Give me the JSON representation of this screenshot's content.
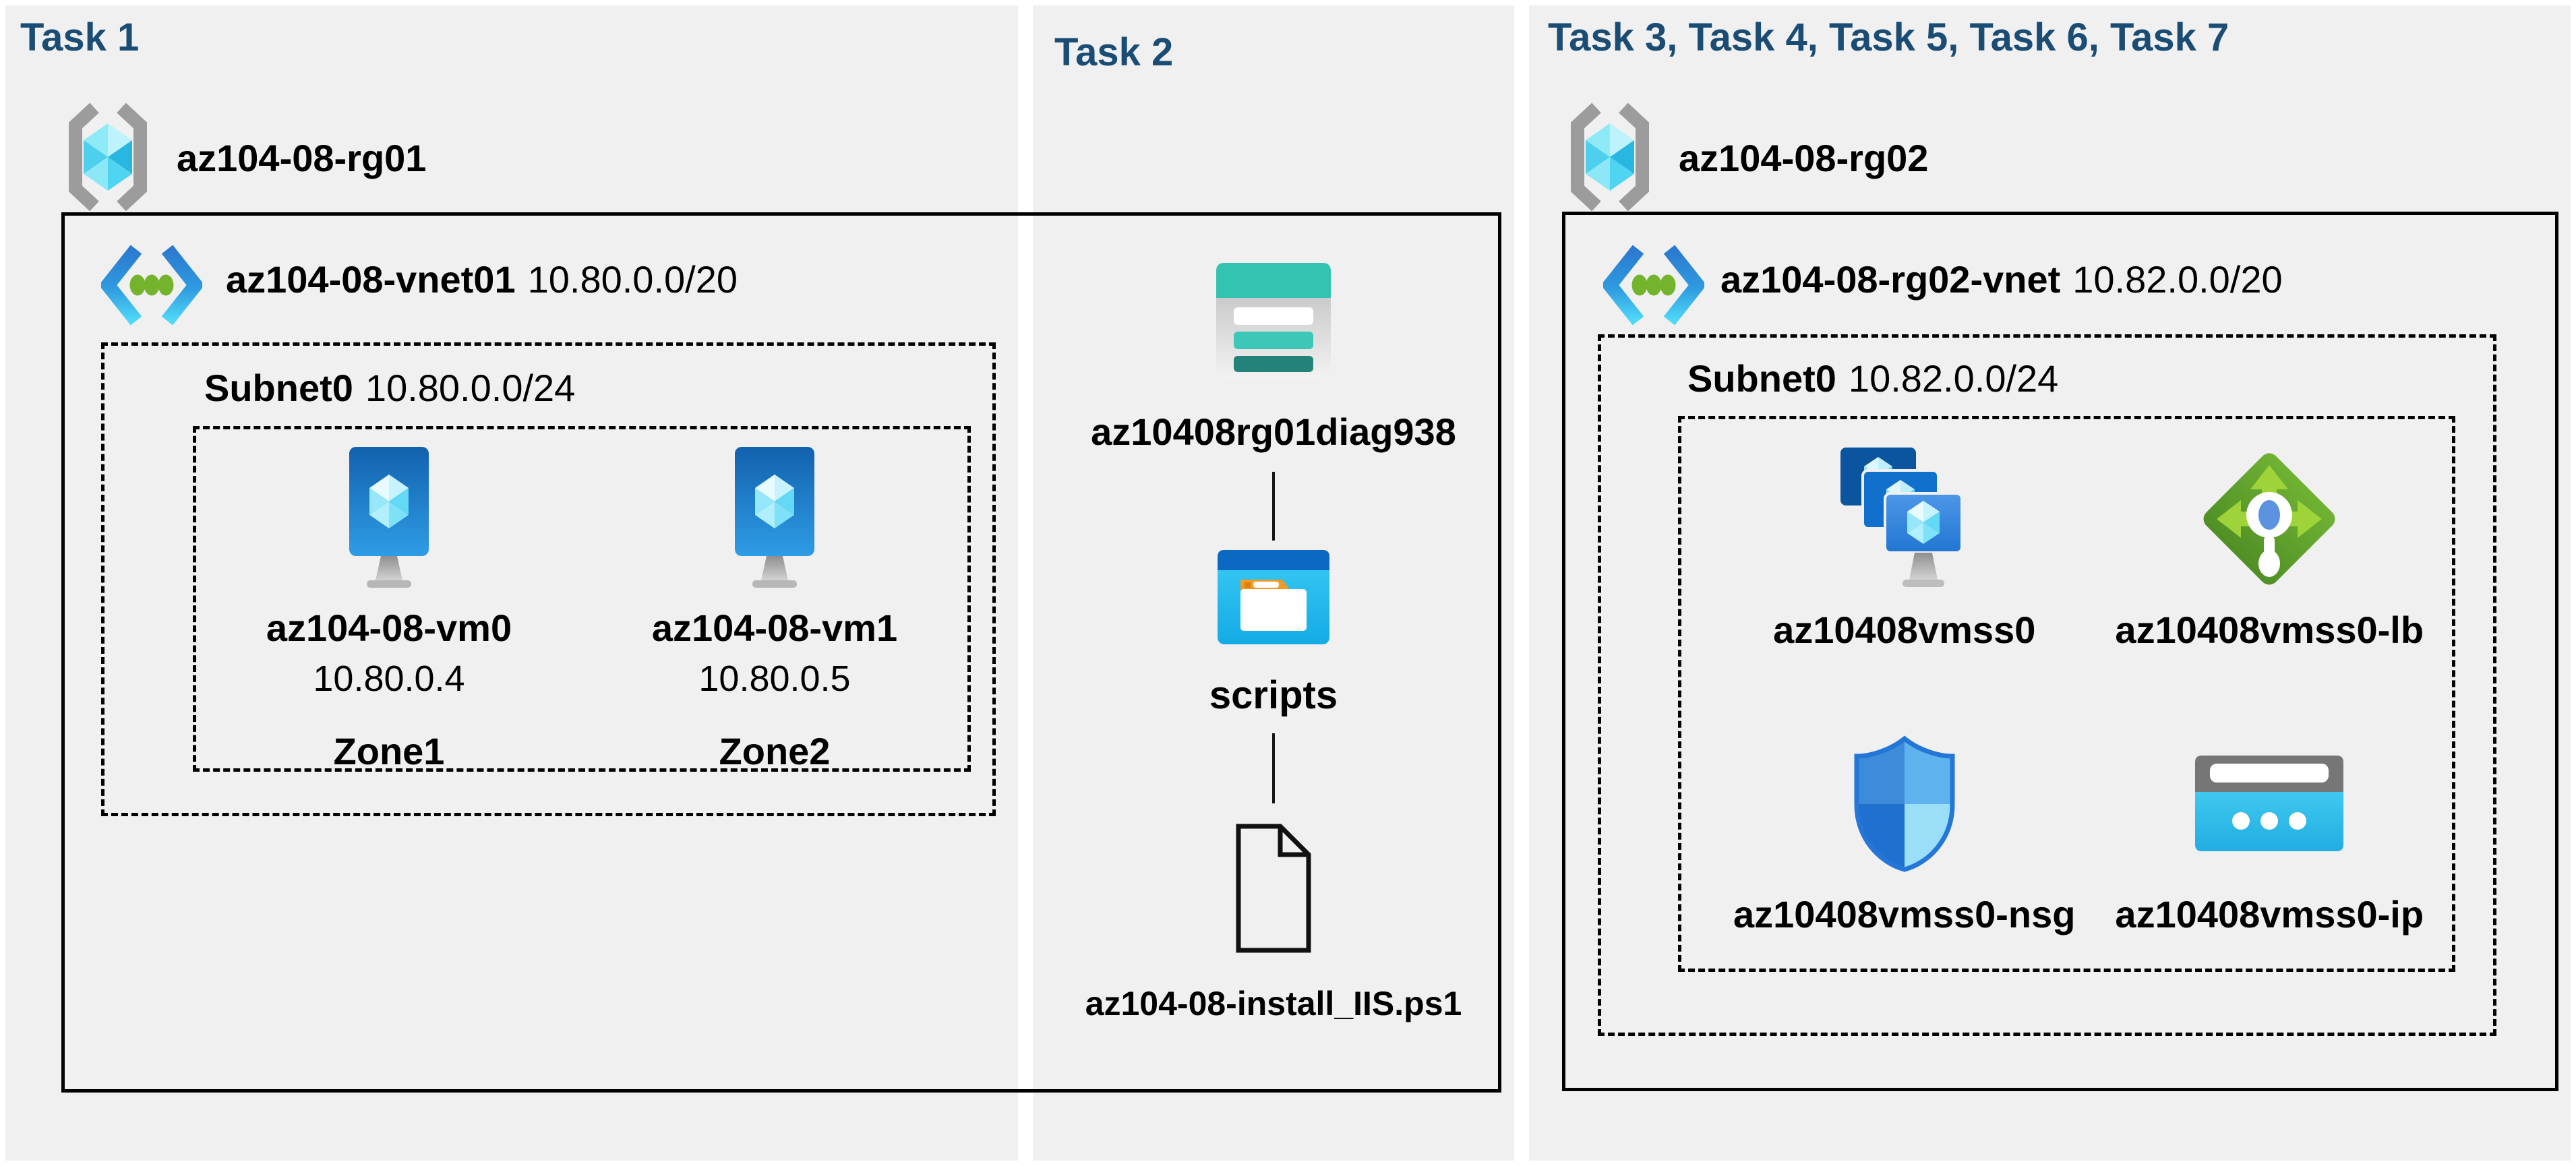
{
  "colors": {
    "background": "#ffffff",
    "panel_gray": "#f0f0f1",
    "header_navy": "#1b4d74",
    "label_black": "#000000",
    "box_border": "#000000",
    "vnet_green_dot": "#74b42c",
    "storage_teal": "#35c3b1",
    "lb_green": "#5f9f26",
    "ip_cyan": "#35c8ee"
  },
  "tasks": {
    "task1": {
      "header": "Task 1",
      "resource_group": {
        "name": "az104-08-rg01"
      },
      "vnet": {
        "name": "az104-08-vnet01",
        "cidr": "10.80.0.0/20"
      },
      "subnet": {
        "name": "Subnet0",
        "cidr": "10.80.0.0/24"
      },
      "vms": [
        {
          "name": "az104-08-vm0",
          "ip": "10.80.0.4",
          "zone": "Zone1"
        },
        {
          "name": "az104-08-vm1",
          "ip": "10.80.0.5",
          "zone": "Zone2"
        }
      ]
    },
    "task2": {
      "header": "Task 2",
      "storage_account": "az10408rg01diag938",
      "folder": "scripts",
      "script_file": "az104-08-install_IIS.ps1"
    },
    "task3": {
      "header": "Task 3, Task 4, Task 5, Task 6, Task 7",
      "resource_group": {
        "name": "az104-08-rg02"
      },
      "vnet": {
        "name": "az104-08-rg02-vnet",
        "cidr": "10.82.0.0/20"
      },
      "subnet": {
        "name": "Subnet0",
        "cidr": "10.82.0.0/24"
      },
      "resources": [
        {
          "name": "az10408vmss0"
        },
        {
          "name": "az10408vmss0-lb"
        },
        {
          "name": "az10408vmss0-nsg"
        },
        {
          "name": "az10408vmss0-ip"
        }
      ]
    }
  }
}
